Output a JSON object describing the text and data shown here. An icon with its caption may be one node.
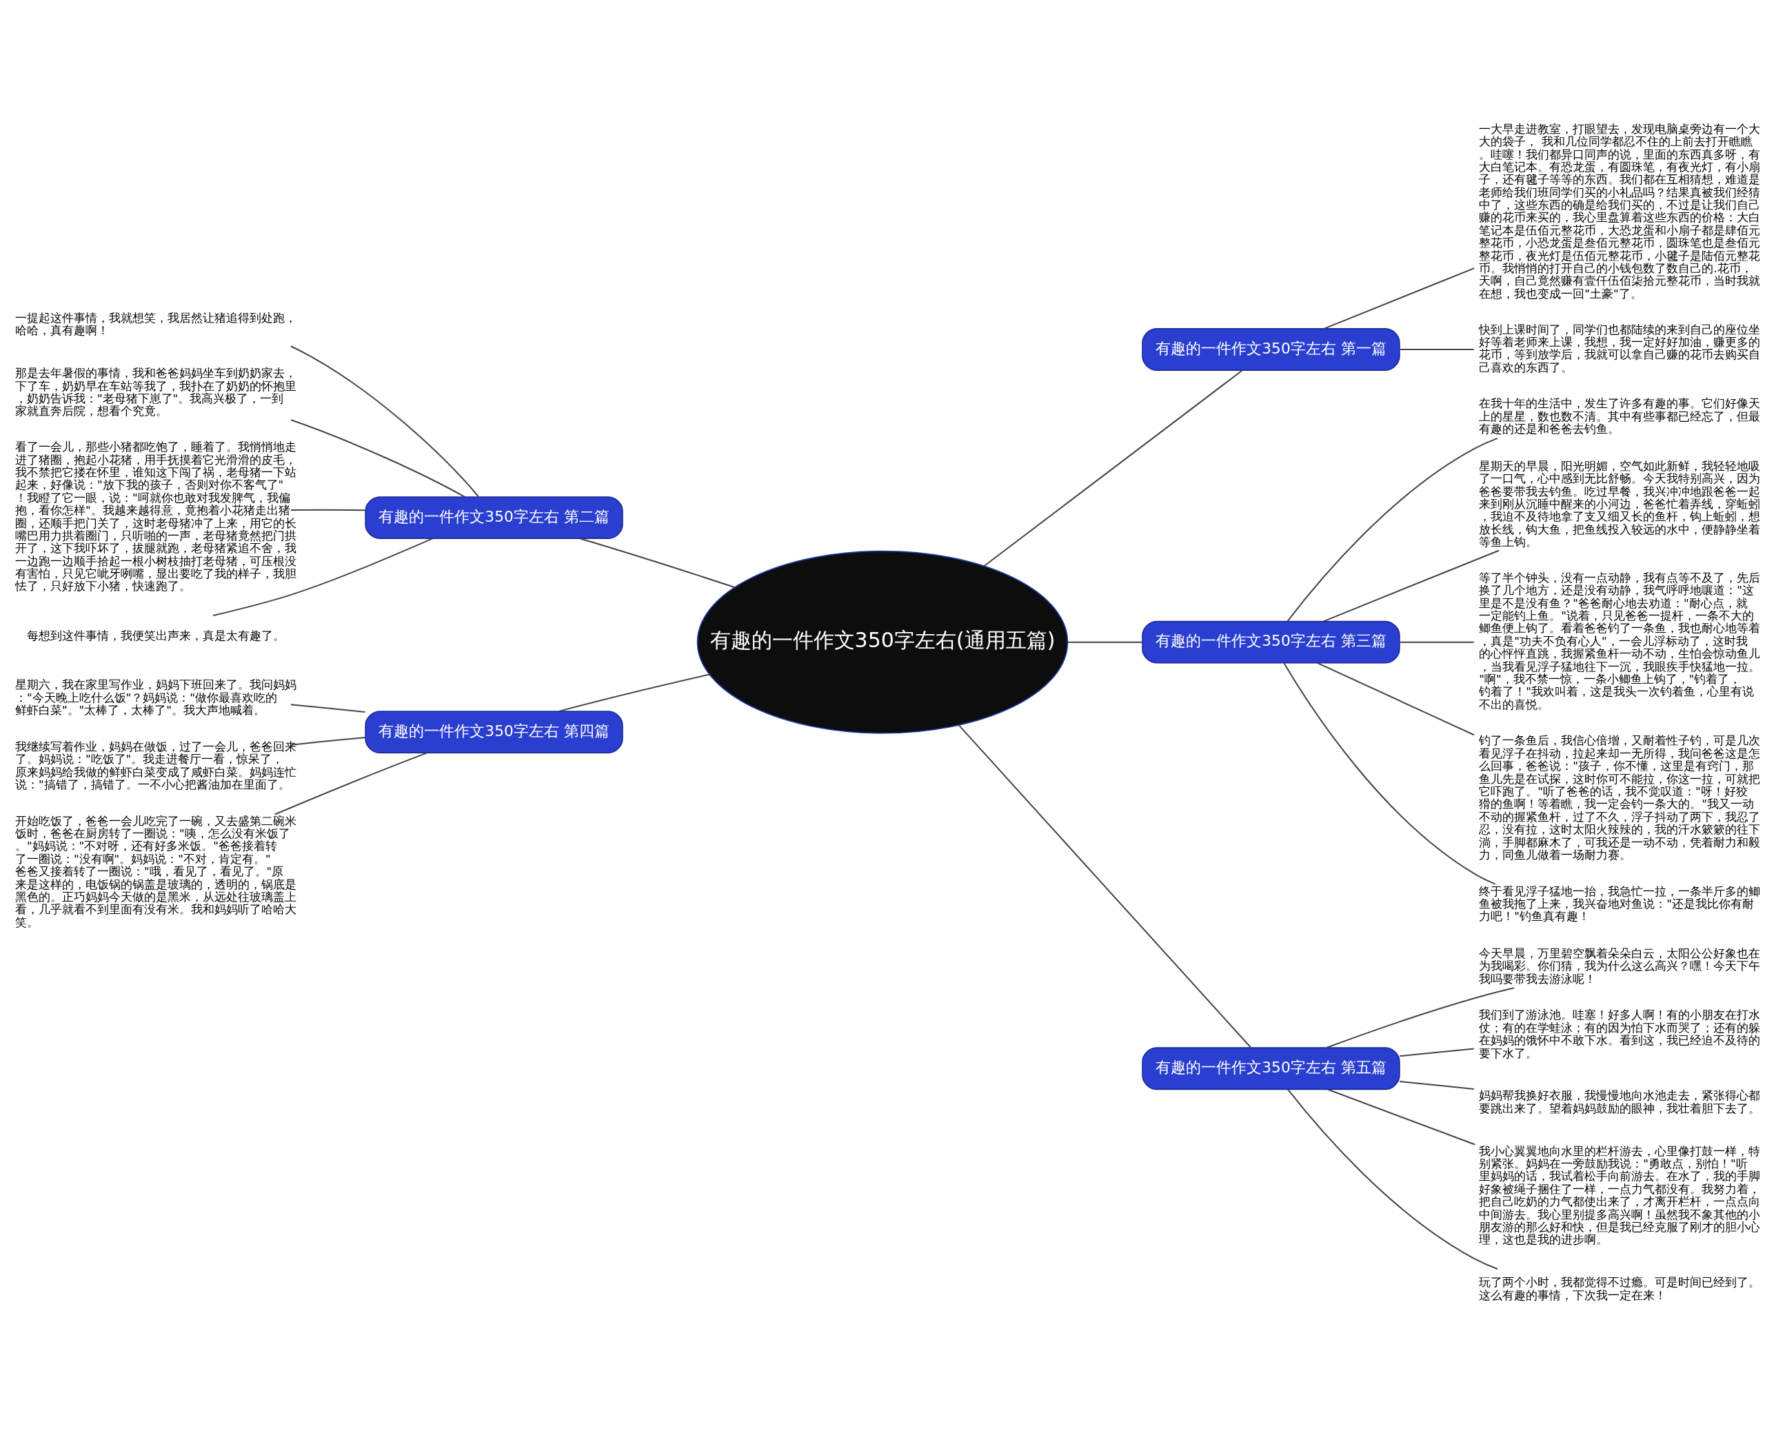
{
  "diagram": {
    "nodes": [
      {
        "text": [
          "有趣的一件作文350字左右(通用五篇)"
        ]
      },
      {
        "text": [
          "有趣的一件作文350字左右 第一篇"
        ]
      },
      {
        "text": [
          "一大早走进教室，打眼望去，发现电脑桌旁边有一个大大的袋子， 我和几位同学都忍不住的上前去打开瞧瞧。哇噻！我们都异口同声的说，里面的东西真多呀，有大白笔记本。有恐龙蛋，有圆珠笔，有夜光灯，有小扇子，还有毽子等等的东西。我们都在互相猜想，难道是老师给我们班同学们买的小礼品吗？结果真被我们经猜中了，这些东西的确是给我们买的，不过是让我们自己赚的花币来买的，我心里盘算着这些东西的价格：大白笔记本是伍佰元整花币，大恐龙蛋和小扇子都是肆佰元整花币，小恐龙蛋是叁佰元整花币，圆珠笔也是叁佰元整花币，夜光灯是伍佰元整花币，小毽子是陆佰元整花币。我悄悄的打开自己的小钱包数了数自己的.花币，天啊，自己竟然赚有壹仟伍佰柒拾元整花币，当时我就在想，我也变成一回\"土豪\"了。"
        ]
      },
      {
        "text": [
          "快到上课时间了，同学们也都陆续的来到自己的座位坐好等着老师来上课，我想，我一定好好加油，赚更多的花币，等到放学后，我就可以拿自己赚的花币去购买自己喜欢的东西了。"
        ]
      },
      {
        "text": [
          "有趣的一件作文350字左右 第二篇"
        ]
      },
      {
        "text": [
          "一提起这件事情，我就想笑，我居然让猪追得到处跑，哈哈，真有趣啊！"
        ]
      },
      {
        "text": [
          "那是去年暑假的事情，我和爸爸妈妈坐车到奶奶家去，下了车，奶奶早在车站等我了，我扑在了奶奶的怀抱里，奶奶告诉我：\"老母猪下崽了\"。我高兴极了，一到家就直奔后院，想看个究竟。"
        ]
      },
      {
        "text": [
          "看了一会儿，那些小猪都吃饱了，睡着了。我悄悄地走进了猪圈，抱起小花猪，用手抚摸着它光滑滑的皮毛，我不禁把它搂在怀里，谁知这下闯了祸，老母猪一下站起来，好像说：\"放下我的孩子，否则对你不客气了\"！我瞪了它一眼，说：\"呵就你也敢对我发脾气，我偏抱，看你怎样\"。我越来越得意，竟抱着小花猪走出猪圈，还顺手把门关了，这时老母猪冲了上来，用它的长嘴巴用力拱着圈门，只听啪的一声，老母猪竟然把门拱开了，这下我吓坏了，拔腿就跑，老母猪紧追不舍，我一边跑一边顺手拾起一根小树枝抽打老母猪，可压根没有害怕，只见它呲牙咧嘴，显出要吃了我的样子，我胆怯了，只好放下小猪，快速跑了。"
        ]
      },
      {
        "text": [
          "每想到这件事情，我便笑出声来，真是太有趣了。"
        ]
      },
      {
        "text": [
          "有趣的一件作文350字左右 第三篇"
        ]
      },
      {
        "text": [
          "在我十年的生活中，发生了许多有趣的事。它们好像天上的星星，数也数不清。其中有些事都已经忘了，但最有趣的还是和爸爸去钓鱼。"
        ]
      },
      {
        "text": [
          "星期天的早晨，阳光明媚，空气如此新鲜，我轻轻地吸了一口气，心中感到无比舒畅。今天我特别高兴，因为爸爸要带我去钓鱼。吃过早餐，我兴冲冲地跟爸爸一起来到刚从沉睡中醒来的小河边，爸爸忙着弄线，穿蚯蚓，我迫不及待地拿了支又细又长的鱼杆，钩上蚯蚓，想放长线，钩大鱼，把鱼线投入较远的水中，便静静坐着等鱼上钩。"
        ]
      },
      {
        "text": [
          "等了半个钟头，没有一点动静，我有点等不及了，先后换了几个地方，还是没有动静，我气呼呼地嚷道：\"这里是不是没有鱼？\"爸爸耐心地去劝道：\"耐心点，就一定能钓上鱼。\"说着，只见爸爸一提杆，一条不大的鲫鱼便上钩了。看着爸爸钓了一条鱼，我也耐心地等着，真是\"功夫不负有心人\"，一会儿浮标动了，这时我的心怦怦直跳，我握紧鱼杆一动不动，生怕会惊动鱼儿，当我看见浮子猛地往下一沉，我眼疾手快猛地一拉。\"啊\"，我不禁一惊，一条小鲫鱼上钩了，\"钓着了，钓着了！\"我欢叫着，这是我头一次钓着鱼，心里有说不出的喜悦。"
        ]
      },
      {
        "text": [
          "钓了一条鱼后，我信心倍增，又耐着性子钓，可是几次看见浮子在抖动，拉起来却一无所得，我问爸爸这是怎么回事，爸爸说：\"孩子，你不懂，这里是有窍门，那鱼儿先是在试探，这时你可不能拉，你这一拉，可就把它吓跑了。\"听了爸爸的话，我不觉叹道：\"呀！好狡猾的鱼啊！等着瞧，我一定会钓一条大的。\"我又一动不动的握紧鱼杆，过了不久，浮子抖动了两下，我忍了忍，没有拉，这时太阳火辣辣的，我的汗水簌簌的往下淌，手脚都麻木了，可我还是一动不动，凭着耐力和毅力，同鱼儿做着一场耐力赛。"
        ]
      },
      {
        "text": [
          "终于看见浮子猛地一抬，我急忙一拉，一条半斤多的鲫鱼被我拖了上来，我兴奋地对鱼说：\"还是我比你有耐力吧！\"钓鱼真有趣！"
        ]
      },
      {
        "text": [
          "有趣的一件作文350字左右 第四篇"
        ]
      },
      {
        "text": [
          "星期六，我在家里写作业，妈妈下班回来了。我问妈妈：\"今天晚上吃什么饭\"？妈妈说：\"做你最喜欢吃的鲜虾白菜\"。\"太棒了，太棒了\"。我大声地喊着。"
        ]
      },
      {
        "text": [
          "我继续写着作业，妈妈在做饭，过了一会儿，爸爸回来了。妈妈说：\"吃饭了\"。我走进餐厅一看，惊呆了，原来妈妈给我做的鲜虾白菜变成了咸虾白菜。妈妈连忙说：\"搞错了，搞错了。一不小心把酱油加在里面了。"
        ]
      },
      {
        "text": [
          "开始吃饭了，爸爸一会儿吃完了一碗，又去盛第二碗米饭时，爸爸在厨房转了一圈说：\"咦，怎么没有米饭了。\"妈妈说：\"不对呀，还有好多米饭。\"爸爸接着转了一圈说：\"没有啊\"。妈妈说：\"不对，肯定有。\"爸爸又接着转了一圈说：\"哦，看见了，看见了。\"原来是这样的，电饭锅的锅盖是玻璃的，透明的，锅底是黑色的。正巧妈妈今天做的是黑米，从远处往玻璃盖上看，几乎就看不到里面有没有米。我和妈妈听了哈哈大笑。"
        ]
      },
      {
        "text": [
          "有趣的一件作文350字左右 第五篇"
        ]
      },
      {
        "text": [
          "今天早晨，万里碧空飘着朵朵白云，太阳公公好象也在为我喝彩。你们猜，我为什么这么高兴？嘿！今天下午我吗要带我去游泳呢！"
        ]
      },
      {
        "text": [
          "我们到了游泳池。哇塞！好多人啊！有的小朋友在打水仗；有的在学蛙泳；有的因为怕下水而哭了；还有的躲在妈妈的饿怀中不敢下水。看到这，我已经迫不及待的要下水了。"
        ]
      },
      {
        "text": [
          "妈妈帮我换好衣服，我慢慢地向水池走去，紧张得心都要跳出来了。望着妈妈鼓励的眼神，我壮着胆下去了。"
        ]
      },
      {
        "text": [
          "我小心翼翼地向水里的栏杆游去，心里像打鼓一样，特别紧张。妈妈在一旁鼓励我说：\"勇敢点，别怕！\"听里妈妈的话，我试着松手向前游去。在水了，我的手脚好象被绳子捆住了一样，一点力气都没有。我努力着，把自己吃奶的力气都使出来了，才离开栏杆，一点点向中间游去。我心里别提多高兴啊！虽然我不象其他的小朋友游的那么好和快，但是我已经克服了刚才的胆小心理，这也是我的进步啊。"
        ]
      },
      {
        "text": [
          "玩了两个小时，我都觉得不过瘾。可是时间已经到了。这么有趣的事情，下次我一定在来！"
        ]
      }
    ],
    "edges": [
      {
        "from": 0,
        "to": 1,
        "arrow": "none"
      },
      {
        "from": 1,
        "to": 2,
        "arrow": "none"
      },
      {
        "from": 1,
        "to": 3,
        "arrow": "none"
      },
      {
        "from": 0,
        "to": 4,
        "arrow": "none"
      },
      {
        "from": 4,
        "to": 5,
        "arrow": "none"
      },
      {
        "from": 4,
        "to": 6,
        "arrow": "none"
      },
      {
        "from": 4,
        "to": 7,
        "arrow": "none"
      },
      {
        "from": 4,
        "to": 8,
        "arrow": "none"
      },
      {
        "from": 0,
        "to": 9,
        "arrow": "none"
      },
      {
        "from": 9,
        "to": 10,
        "arrow": "none"
      },
      {
        "from": 9,
        "to": 11,
        "arrow": "none"
      },
      {
        "from": 9,
        "to": 12,
        "arrow": "none"
      },
      {
        "from": 9,
        "to": 13,
        "arrow": "none"
      },
      {
        "from": 9,
        "to": 14,
        "arrow": "none"
      },
      {
        "from": 0,
        "to": 15,
        "arrow": "none"
      },
      {
        "from": 15,
        "to": 16,
        "arrow": "none"
      },
      {
        "from": 15,
        "to": 17,
        "arrow": "none"
      },
      {
        "from": 15,
        "to": 18,
        "arrow": "none"
      },
      {
        "from": 0,
        "to": 19,
        "arrow": "none"
      },
      {
        "from": 19,
        "to": 20,
        "arrow": "none"
      },
      {
        "from": 19,
        "to": 21,
        "arrow": "none"
      },
      {
        "from": 19,
        "to": 22,
        "arrow": "none"
      },
      {
        "from": 19,
        "to": 23,
        "arrow": "none"
      },
      {
        "from": 19,
        "to": 24,
        "arrow": "none"
      }
    ]
  }
}
